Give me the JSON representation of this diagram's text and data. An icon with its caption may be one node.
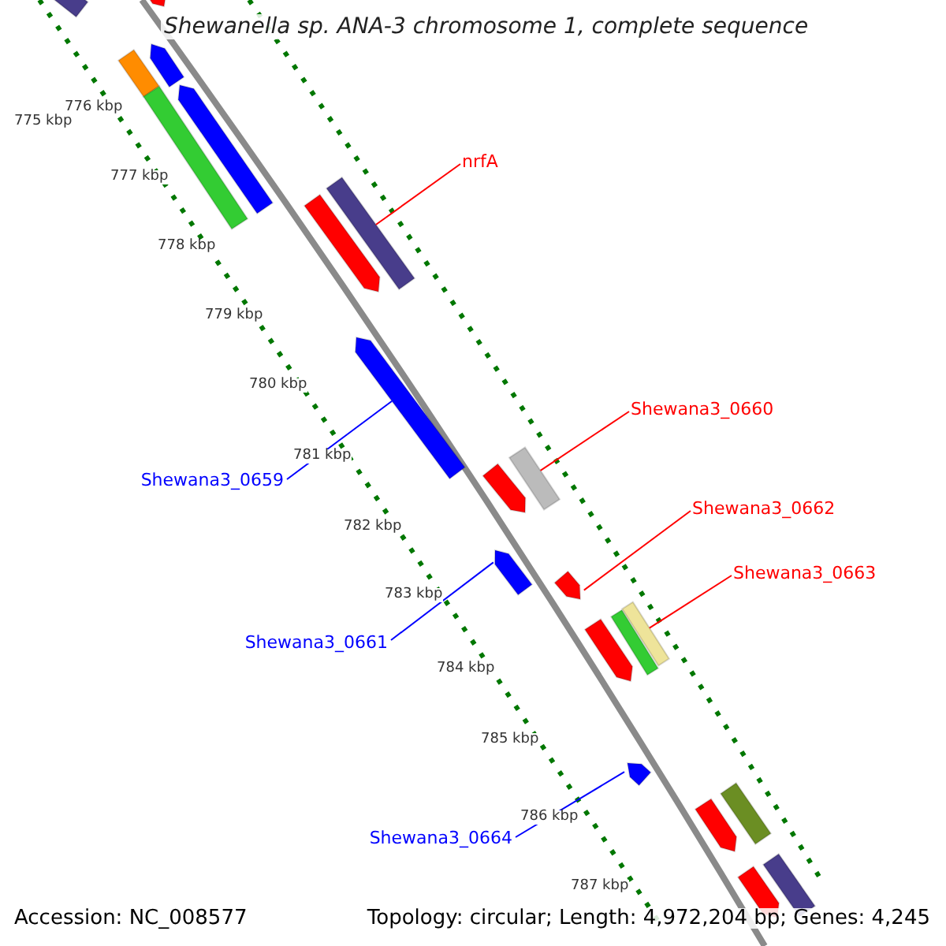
{
  "diagram": {
    "title": "Shewanella sp. ANA-3 chromosome 1, complete sequence",
    "nodes": [
      {
        "text": [],
        "shape": "bar"
      },
      {
        "text": [],
        "shape": "arrow"
      },
      {
        "text": [],
        "shape": "arrow"
      },
      {
        "text": [],
        "shape": "bar"
      },
      {
        "text": [],
        "shape": "bar"
      },
      {
        "text": [],
        "shape": "arrow"
      },
      {
        "text": [],
        "shape": "arrow"
      },
      {
        "text": [],
        "shape": "bar"
      },
      {
        "text": [],
        "shape": "arrow"
      },
      {
        "text": [],
        "shape": "arrow"
      },
      {
        "text": [],
        "shape": "bar"
      },
      {
        "text": [],
        "shape": "arrow"
      },
      {
        "text": [],
        "shape": "arrow"
      },
      {
        "text": [],
        "shape": "arrow"
      },
      {
        "text": [],
        "shape": "bar"
      },
      {
        "text": [],
        "shape": "bar"
      },
      {
        "text": [],
        "shape": "arrow"
      },
      {
        "text": [],
        "shape": "arrow"
      },
      {
        "text": [],
        "shape": "bar"
      },
      {
        "text": [],
        "shape": "arrow"
      },
      {
        "text": [],
        "shape": "bar"
      },
      {
        "text": [
          "nrfA"
        ]
      },
      {
        "text": [
          "Shewana3_0660"
        ]
      },
      {
        "text": [
          "Shewana3_0662"
        ]
      },
      {
        "text": [
          "Shewana3_0663"
        ]
      },
      {
        "text": [
          "Shewana3_0659"
        ]
      },
      {
        "text": [
          "Shewana3_0661"
        ]
      },
      {
        "text": [
          "Shewana3_0664"
        ]
      }
    ],
    "edges": [
      {
        "from": 21,
        "to": 7,
        "arrow": "none",
        "color": "#ff0000"
      },
      {
        "from": 22,
        "to": 10,
        "arrow": "none",
        "color": "#ff0000"
      },
      {
        "from": 23,
        "to": 12,
        "arrow": "none",
        "color": "#ff0000"
      },
      {
        "from": 24,
        "to": 15,
        "arrow": "none",
        "color": "#ff0000"
      },
      {
        "from": 25,
        "to": 8,
        "arrow": "none",
        "color": "#0000ff"
      },
      {
        "from": 26,
        "to": 11,
        "arrow": "none",
        "color": "#0000ff"
      },
      {
        "from": 27,
        "to": 16,
        "arrow": "none",
        "color": "#0000ff"
      }
    ],
    "labels": [
      "775 kbp",
      "776 kbp",
      "777 kbp",
      "778 kbp",
      "779 kbp",
      "780 kbp",
      "781 kbp",
      "782 kbp",
      "783 kbp",
      "784 kbp",
      "785 kbp",
      "786 kbp",
      "787 kbp",
      "Accession: NC_008577",
      "Topology: circular; Length: 4,972,204 bp; Genes: 4,245"
    ]
  }
}
